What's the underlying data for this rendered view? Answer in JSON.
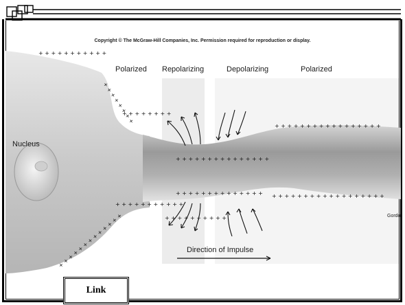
{
  "copyright": "Copyright © The McGraw-Hill Companies, Inc. Permission required for reproduction or display.",
  "labels": {
    "nucleus": "Nucleus",
    "zone1": "Polarized",
    "zone2": "Repolarizing",
    "zone3": "Depolarizing",
    "zone4": "Polarized",
    "direction": "Direction of Impulse",
    "artist": "Gordo"
  },
  "link": {
    "label": "Link"
  }
}
